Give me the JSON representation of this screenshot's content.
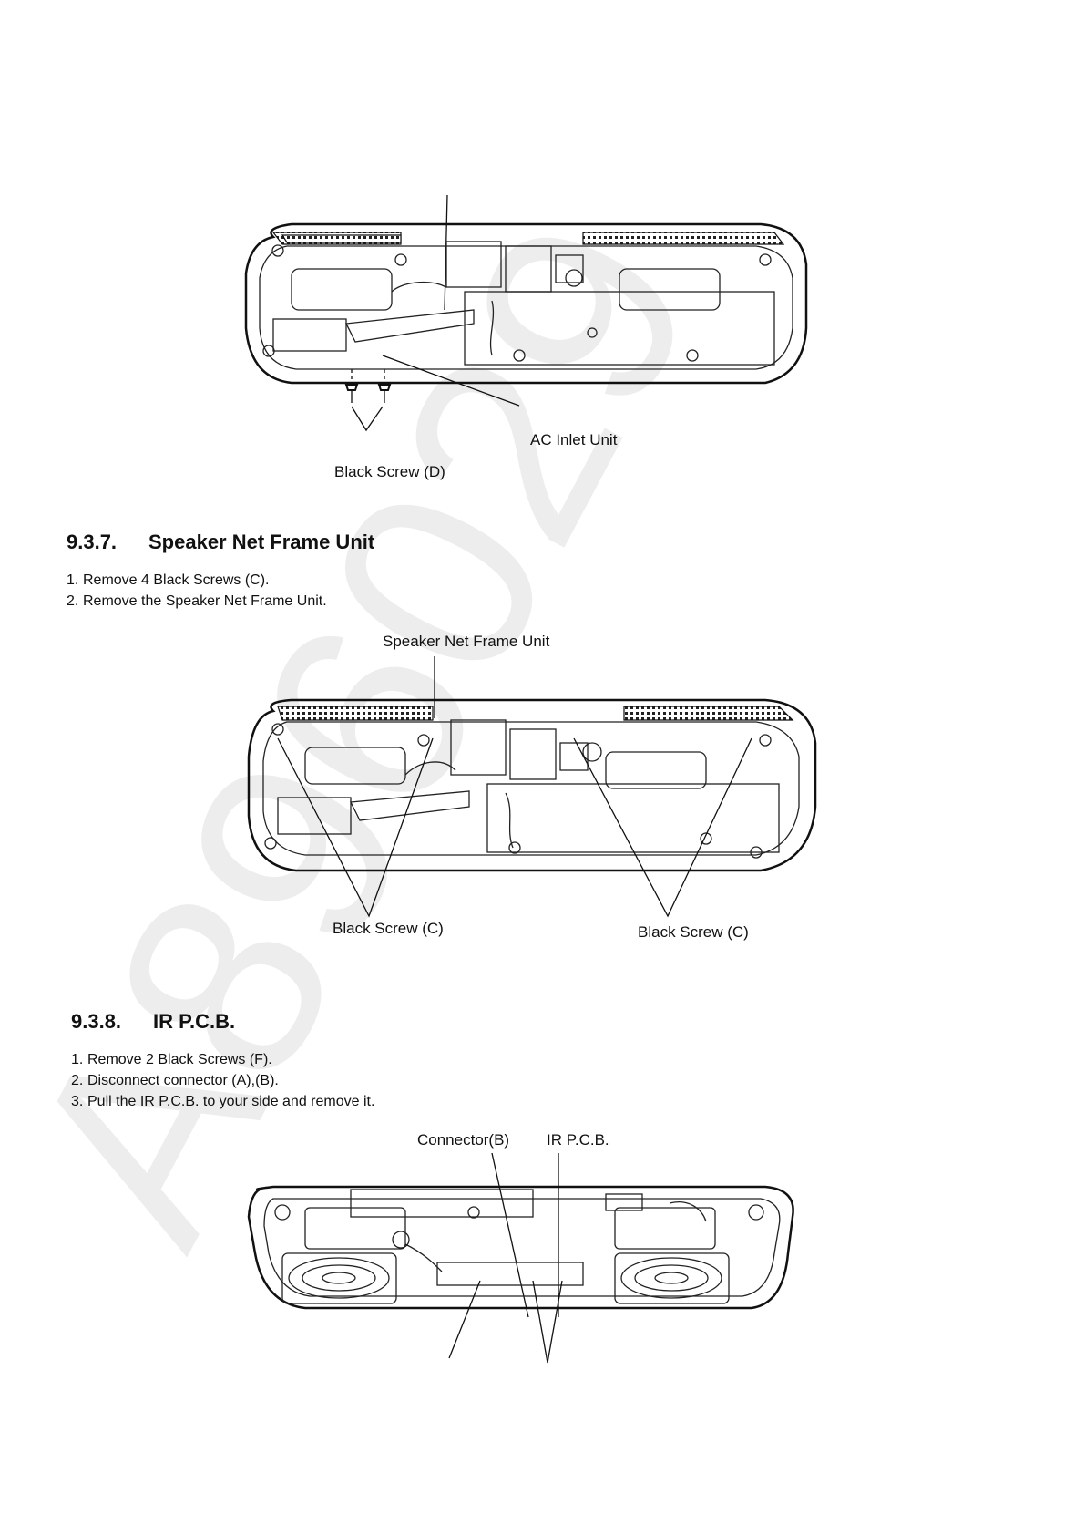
{
  "watermark": "A896029",
  "figure1": {
    "labels": {
      "ac_inlet": "AC Inlet Unit",
      "black_screw_d": "Black Screw (D)"
    }
  },
  "section937": {
    "number": "9.3.7.",
    "title": "Speaker Net Frame Unit",
    "steps": [
      {
        "n": "1.",
        "text": "Remove 4 Black Screws (C)."
      },
      {
        "n": "2.",
        "text": "Remove the Speaker Net Frame Unit."
      }
    ],
    "labels": {
      "frame_unit": "Speaker Net Frame Unit",
      "black_screw_c_left": "Black Screw (C)",
      "black_screw_c_right": "Black Screw (C)"
    }
  },
  "section938": {
    "number": "9.3.8.",
    "title": "IR  P.C.B.",
    "steps": [
      {
        "n": "1.",
        "text": "Remove 2 Black Screws (F)."
      },
      {
        "n": "2.",
        "text": "Disconnect connector (A),(B)."
      },
      {
        "n": "3.",
        "text": "Pull the IR P.C.B. to your side and remove it."
      }
    ],
    "labels": {
      "connector_b": "Connector(B)",
      "ir_pcb": "IR P.C.B."
    }
  }
}
